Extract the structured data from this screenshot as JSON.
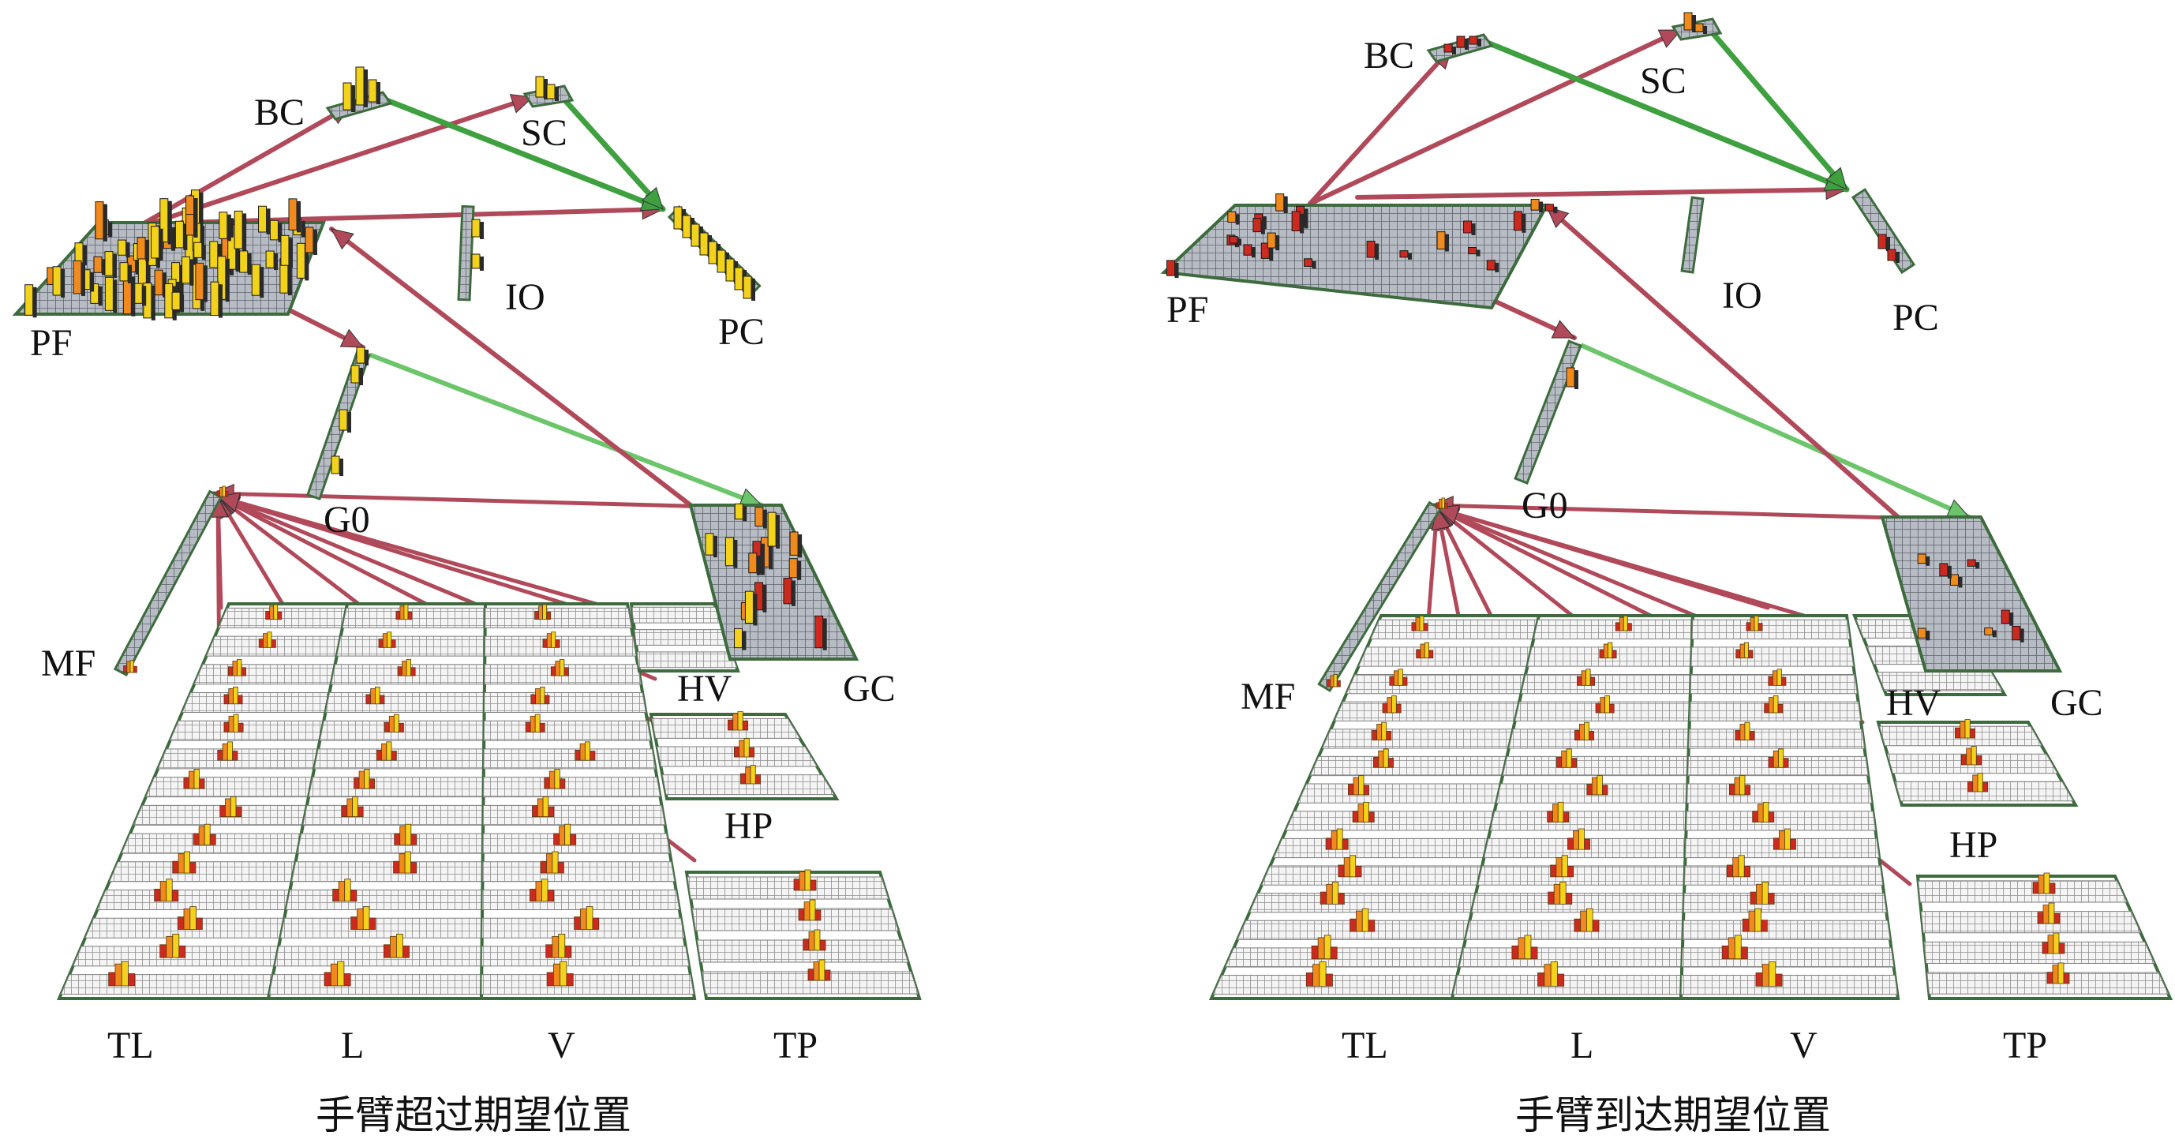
{
  "panels": [
    {
      "id": "left",
      "caption": "手臂超过期望位置",
      "labels": {
        "BC": "BC",
        "SC": "SC",
        "PF": "PF",
        "IO": "IO",
        "PC": "PC",
        "G0": "G0",
        "MF": "MF",
        "HV": "HV",
        "GC": "GC",
        "HP": "HP",
        "TL": "TL",
        "L": "L",
        "V": "V",
        "TP": "TP"
      }
    },
    {
      "id": "right",
      "caption": "手臂到达期望位置",
      "labels": {
        "BC": "BC",
        "SC": "SC",
        "PF": "PF",
        "IO": "IO",
        "PC": "PC",
        "G0": "G0",
        "MF": "MF",
        "HV": "HV",
        "GC": "GC",
        "HP": "HP",
        "TL": "TL",
        "L": "L",
        "V": "V",
        "TP": "TP"
      }
    }
  ],
  "colors": {
    "grid_line": "#9a9a9a",
    "grid_frame": "#3d6b3d",
    "bar_yellow": "#f2d21b",
    "bar_orange": "#f08a1c",
    "bar_red": "#cc2a1f",
    "bar_dark": "#2a2a2a",
    "arrow_red": "#b04a5a",
    "arrow_green": "#3fa040",
    "arrow_lightgreen": "#6cc56a"
  }
}
